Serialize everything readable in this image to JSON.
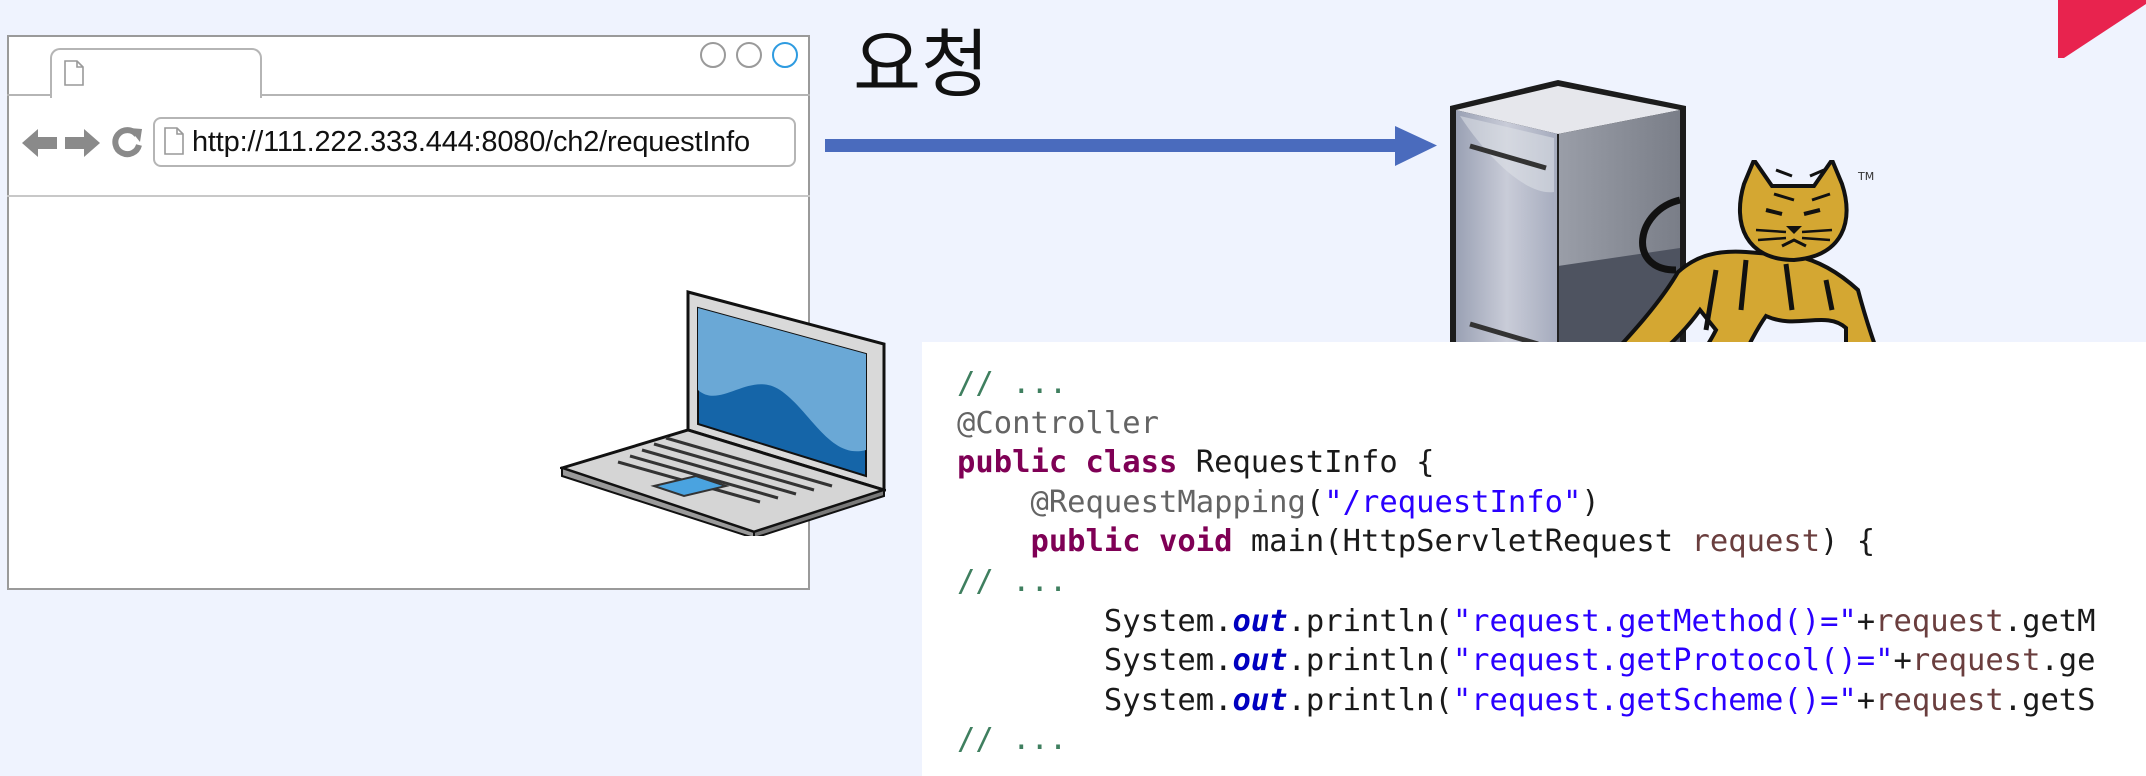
{
  "browser": {
    "url": "http://111.222.333.444:8080/ch2/requestInfo"
  },
  "arrow_label": "요청",
  "tomcat": {
    "tm": "TM"
  },
  "code": {
    "line1": "// ...",
    "line2": "@Controller",
    "line3_kw": "public class",
    "line3_rest": " RequestInfo {",
    "line4_ann": "@RequestMapping",
    "line4_open": "(",
    "line4_str": "\"/requestInfo\"",
    "line4_close": ")",
    "line5_kw": "public void",
    "line5_a": " main(HttpServletRequest ",
    "line5_var": "request",
    "line5_b": ") {",
    "line6": "// ...",
    "line7_a": "System.",
    "line7_out": "out",
    "line7_b": ".println(",
    "line7_str": "\"request.getMethod()=\"",
    "line7_c": "+",
    "line7_var": "request",
    "line7_d": ".getM",
    "line8_a": "System.",
    "line8_out": "out",
    "line8_b": ".println(",
    "line8_str": "\"request.getProtocol()=\"",
    "line8_c": "+",
    "line8_var": "request",
    "line8_d": ".ge",
    "line9_a": "System.",
    "line9_out": "out",
    "line9_b": ".println(",
    "line9_str": "\"request.getScheme()=\"",
    "line9_c": "+",
    "line9_var": "request",
    "line9_d": ".getS",
    "line10": "// ..."
  },
  "colors": {
    "arrow": "#4a6bbd",
    "background": "#eff3fe",
    "accent_red": "#e8234e",
    "comment": "#3f7f5f",
    "keyword": "#7f0055",
    "string": "#2a00ff",
    "field": "#0000c0"
  },
  "icons": [
    "document-icon",
    "back-arrow-icon",
    "forward-arrow-icon",
    "reload-icon",
    "laptop-icon",
    "server-icon",
    "tomcat-logo"
  ]
}
